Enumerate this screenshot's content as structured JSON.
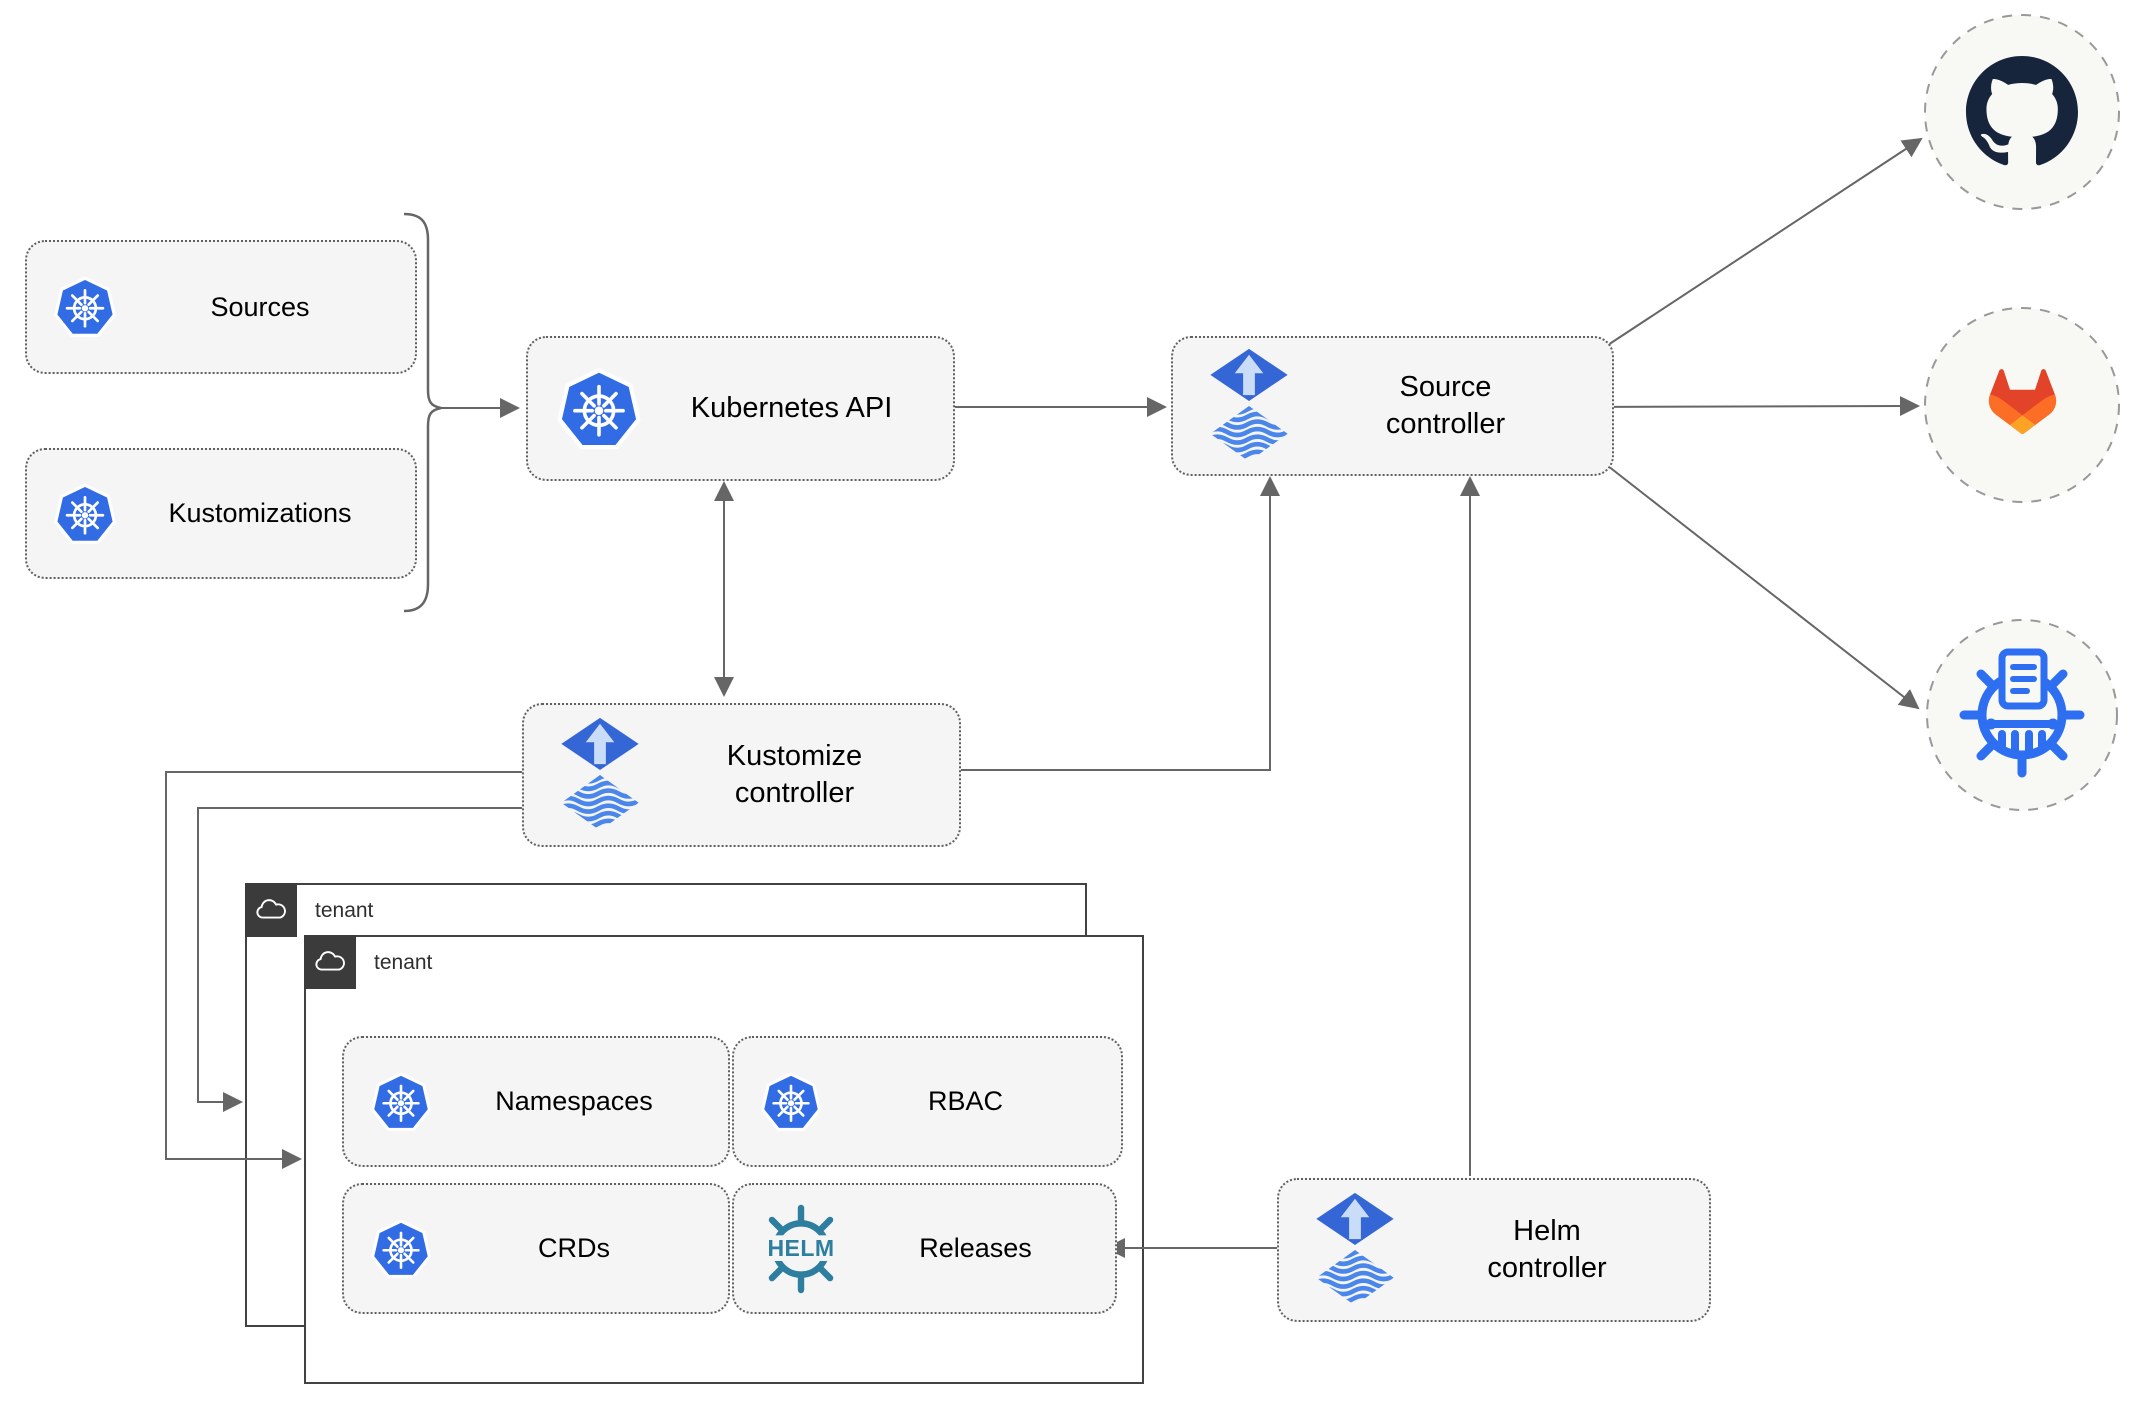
{
  "diagram": {
    "kind": "flux-gitops-architecture",
    "nodes": {
      "sources": {
        "label": "Sources",
        "icon": "kubernetes-icon"
      },
      "kustomizations": {
        "label": "Kustomizations",
        "icon": "kubernetes-icon"
      },
      "kubernetes_api": {
        "label": "Kubernetes API",
        "icon": "kubernetes-icon"
      },
      "source_controller": {
        "label": "Source\ncontroller",
        "icon": "flux-icon"
      },
      "kustomize_controller": {
        "label": "Kustomize\ncontroller",
        "icon": "flux-icon"
      },
      "helm_controller": {
        "label": "Helm\ncontroller",
        "icon": "flux-icon"
      },
      "namespaces": {
        "label": "Namespaces",
        "icon": "kubernetes-icon"
      },
      "rbac": {
        "label": "RBAC",
        "icon": "kubernetes-icon"
      },
      "crds": {
        "label": "CRDs",
        "icon": "kubernetes-icon"
      },
      "releases": {
        "label": "Releases",
        "icon": "helm-icon"
      }
    },
    "tenants": {
      "back": {
        "label": "tenant",
        "badge_icon": "cloud-icon"
      },
      "front": {
        "label": "tenant",
        "badge_icon": "cloud-icon"
      }
    },
    "externals": [
      {
        "name": "github",
        "icon": "github-icon"
      },
      {
        "name": "gitlab",
        "icon": "gitlab-icon"
      },
      {
        "name": "harbor-registry",
        "icon": "harbor-registry-icon"
      }
    ],
    "edges": [
      {
        "from": "sources+kustomizations",
        "to": "kubernetes_api",
        "arrows": "end"
      },
      {
        "from": "kubernetes_api",
        "to": "source_controller",
        "arrows": "both"
      },
      {
        "from": "kubernetes_api",
        "to": "kustomize_controller",
        "arrows": "both"
      },
      {
        "from": "kustomize_controller",
        "to": "source_controller",
        "arrows": "end"
      },
      {
        "from": "kustomize_controller",
        "to": "tenant_front",
        "arrows": "end"
      },
      {
        "from": "kustomize_controller",
        "to": "tenant_back",
        "arrows": "end"
      },
      {
        "from": "helm_controller",
        "to": "source_controller",
        "arrows": "end"
      },
      {
        "from": "helm_controller",
        "to": "releases",
        "arrows": "end"
      },
      {
        "from": "source_controller",
        "to": "github",
        "arrows": "end"
      },
      {
        "from": "source_controller",
        "to": "gitlab",
        "arrows": "end"
      },
      {
        "from": "source_controller",
        "to": "harbor-registry",
        "arrows": "end"
      }
    ],
    "colors": {
      "kubernetes_blue": "#326ce5",
      "flux_blue": "#3566d6",
      "flux_stripe_blue": "#4b86ea",
      "helm_teal": "#2e7e9f",
      "github_dark": "#16243c",
      "gitlab_red_orange": "#e24329",
      "gitlab_orange": "#fc6d26",
      "gitlab_yellow_orange": "#fca326",
      "harbor_blue": "#2e6ff2",
      "wire_gray": "#666666",
      "node_fill": "#f5f5f5",
      "tenant_badge_dark": "#3b3b3b",
      "external_circle_fill": "#f8f8f5"
    }
  }
}
